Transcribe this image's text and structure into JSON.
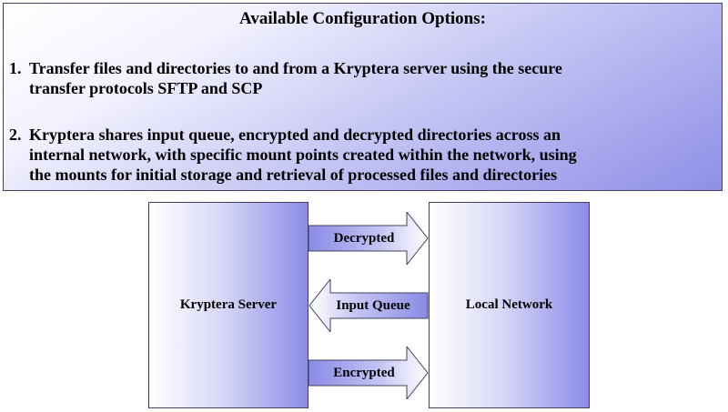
{
  "options": {
    "title": "Available Configuration Options:",
    "items": [
      {
        "number": "1.",
        "lines": [
          "Transfer files and directories to and from a Kryptera server using the secure",
          "transfer protocols SFTP and SCP"
        ]
      },
      {
        "number": "2.",
        "lines": [
          "Kryptera shares input queue, encrypted and decrypted directories across an",
          "internal network, with specific mount points created within the network, using",
          "the mounts for initial storage and retrieval of processed files and directories"
        ]
      }
    ]
  },
  "diagram": {
    "left_node": "Kryptera Server",
    "right_node": "Local Network",
    "flows": [
      {
        "label": "Decrypted",
        "direction": "right"
      },
      {
        "label": "Input Queue",
        "direction": "left"
      },
      {
        "label": "Encrypted",
        "direction": "right"
      }
    ]
  },
  "colors": {
    "accent": "#8f8fe8",
    "border": "#404060"
  }
}
